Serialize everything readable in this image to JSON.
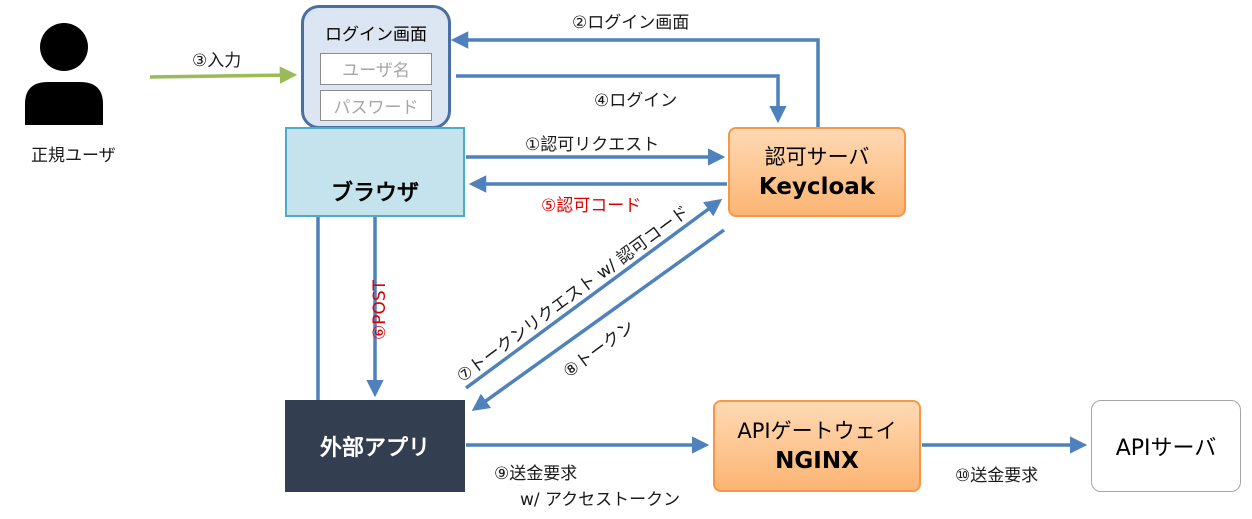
{
  "user": {
    "label": "正規ユーザ"
  },
  "login_screen": {
    "title": "ログイン画面",
    "username_placeholder": "ユーザ名",
    "password_placeholder": "パスワード"
  },
  "browser": {
    "label": "ブラウザ"
  },
  "auth_server": {
    "line1": "認可サーバ",
    "line2": "Keycloak"
  },
  "external_app": {
    "label": "外部アプリ"
  },
  "gateway": {
    "line1": "APIゲートウェイ",
    "line2": "NGINX"
  },
  "api_server": {
    "label": "APIサーバ"
  },
  "steps": {
    "s1": "①認可リクエスト",
    "s2": "②ログイン画面",
    "s3": "③入力",
    "s4": "④ログイン",
    "s5": "⑤認可コード",
    "s6": "⑥POST",
    "s7": "⑦トークンリクエスト w/ 認可コード",
    "s8": "⑧トークン",
    "s9_line1": "⑨送金要求",
    "s9_line2": "w/ アクセストークン",
    "s10": "⑩送金要求"
  },
  "colors": {
    "arrow": "#4f81bd",
    "input_arrow": "#9bbb59",
    "highlight": "#e00000"
  }
}
